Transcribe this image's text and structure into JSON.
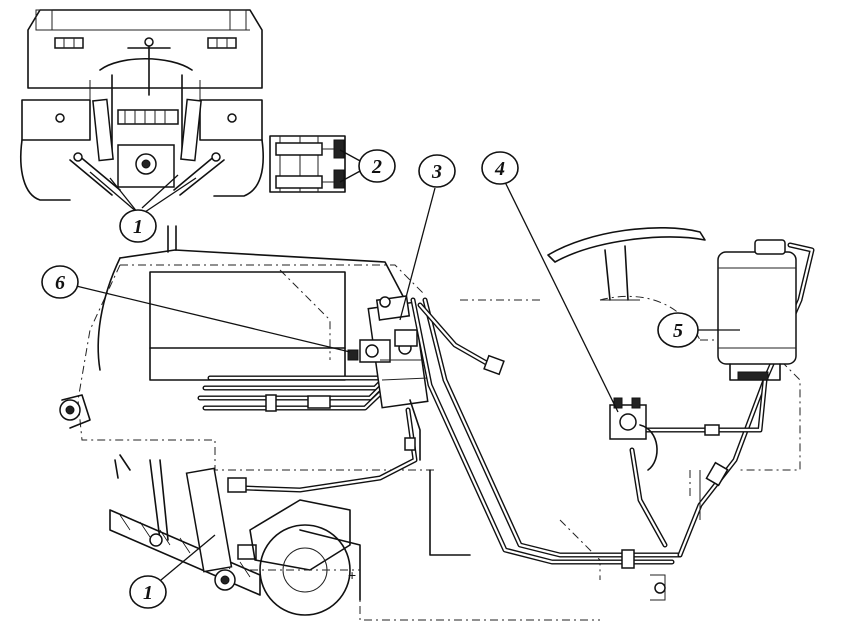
{
  "callouts": [
    {
      "id": "c1a",
      "label": "1"
    },
    {
      "id": "c2",
      "label": "2"
    },
    {
      "id": "c3",
      "label": "3"
    },
    {
      "id": "c4",
      "label": "4"
    },
    {
      "id": "c5",
      "label": "5"
    },
    {
      "id": "c6",
      "label": "6"
    },
    {
      "id": "c1b",
      "label": "1"
    }
  ],
  "plus_mark": "+"
}
